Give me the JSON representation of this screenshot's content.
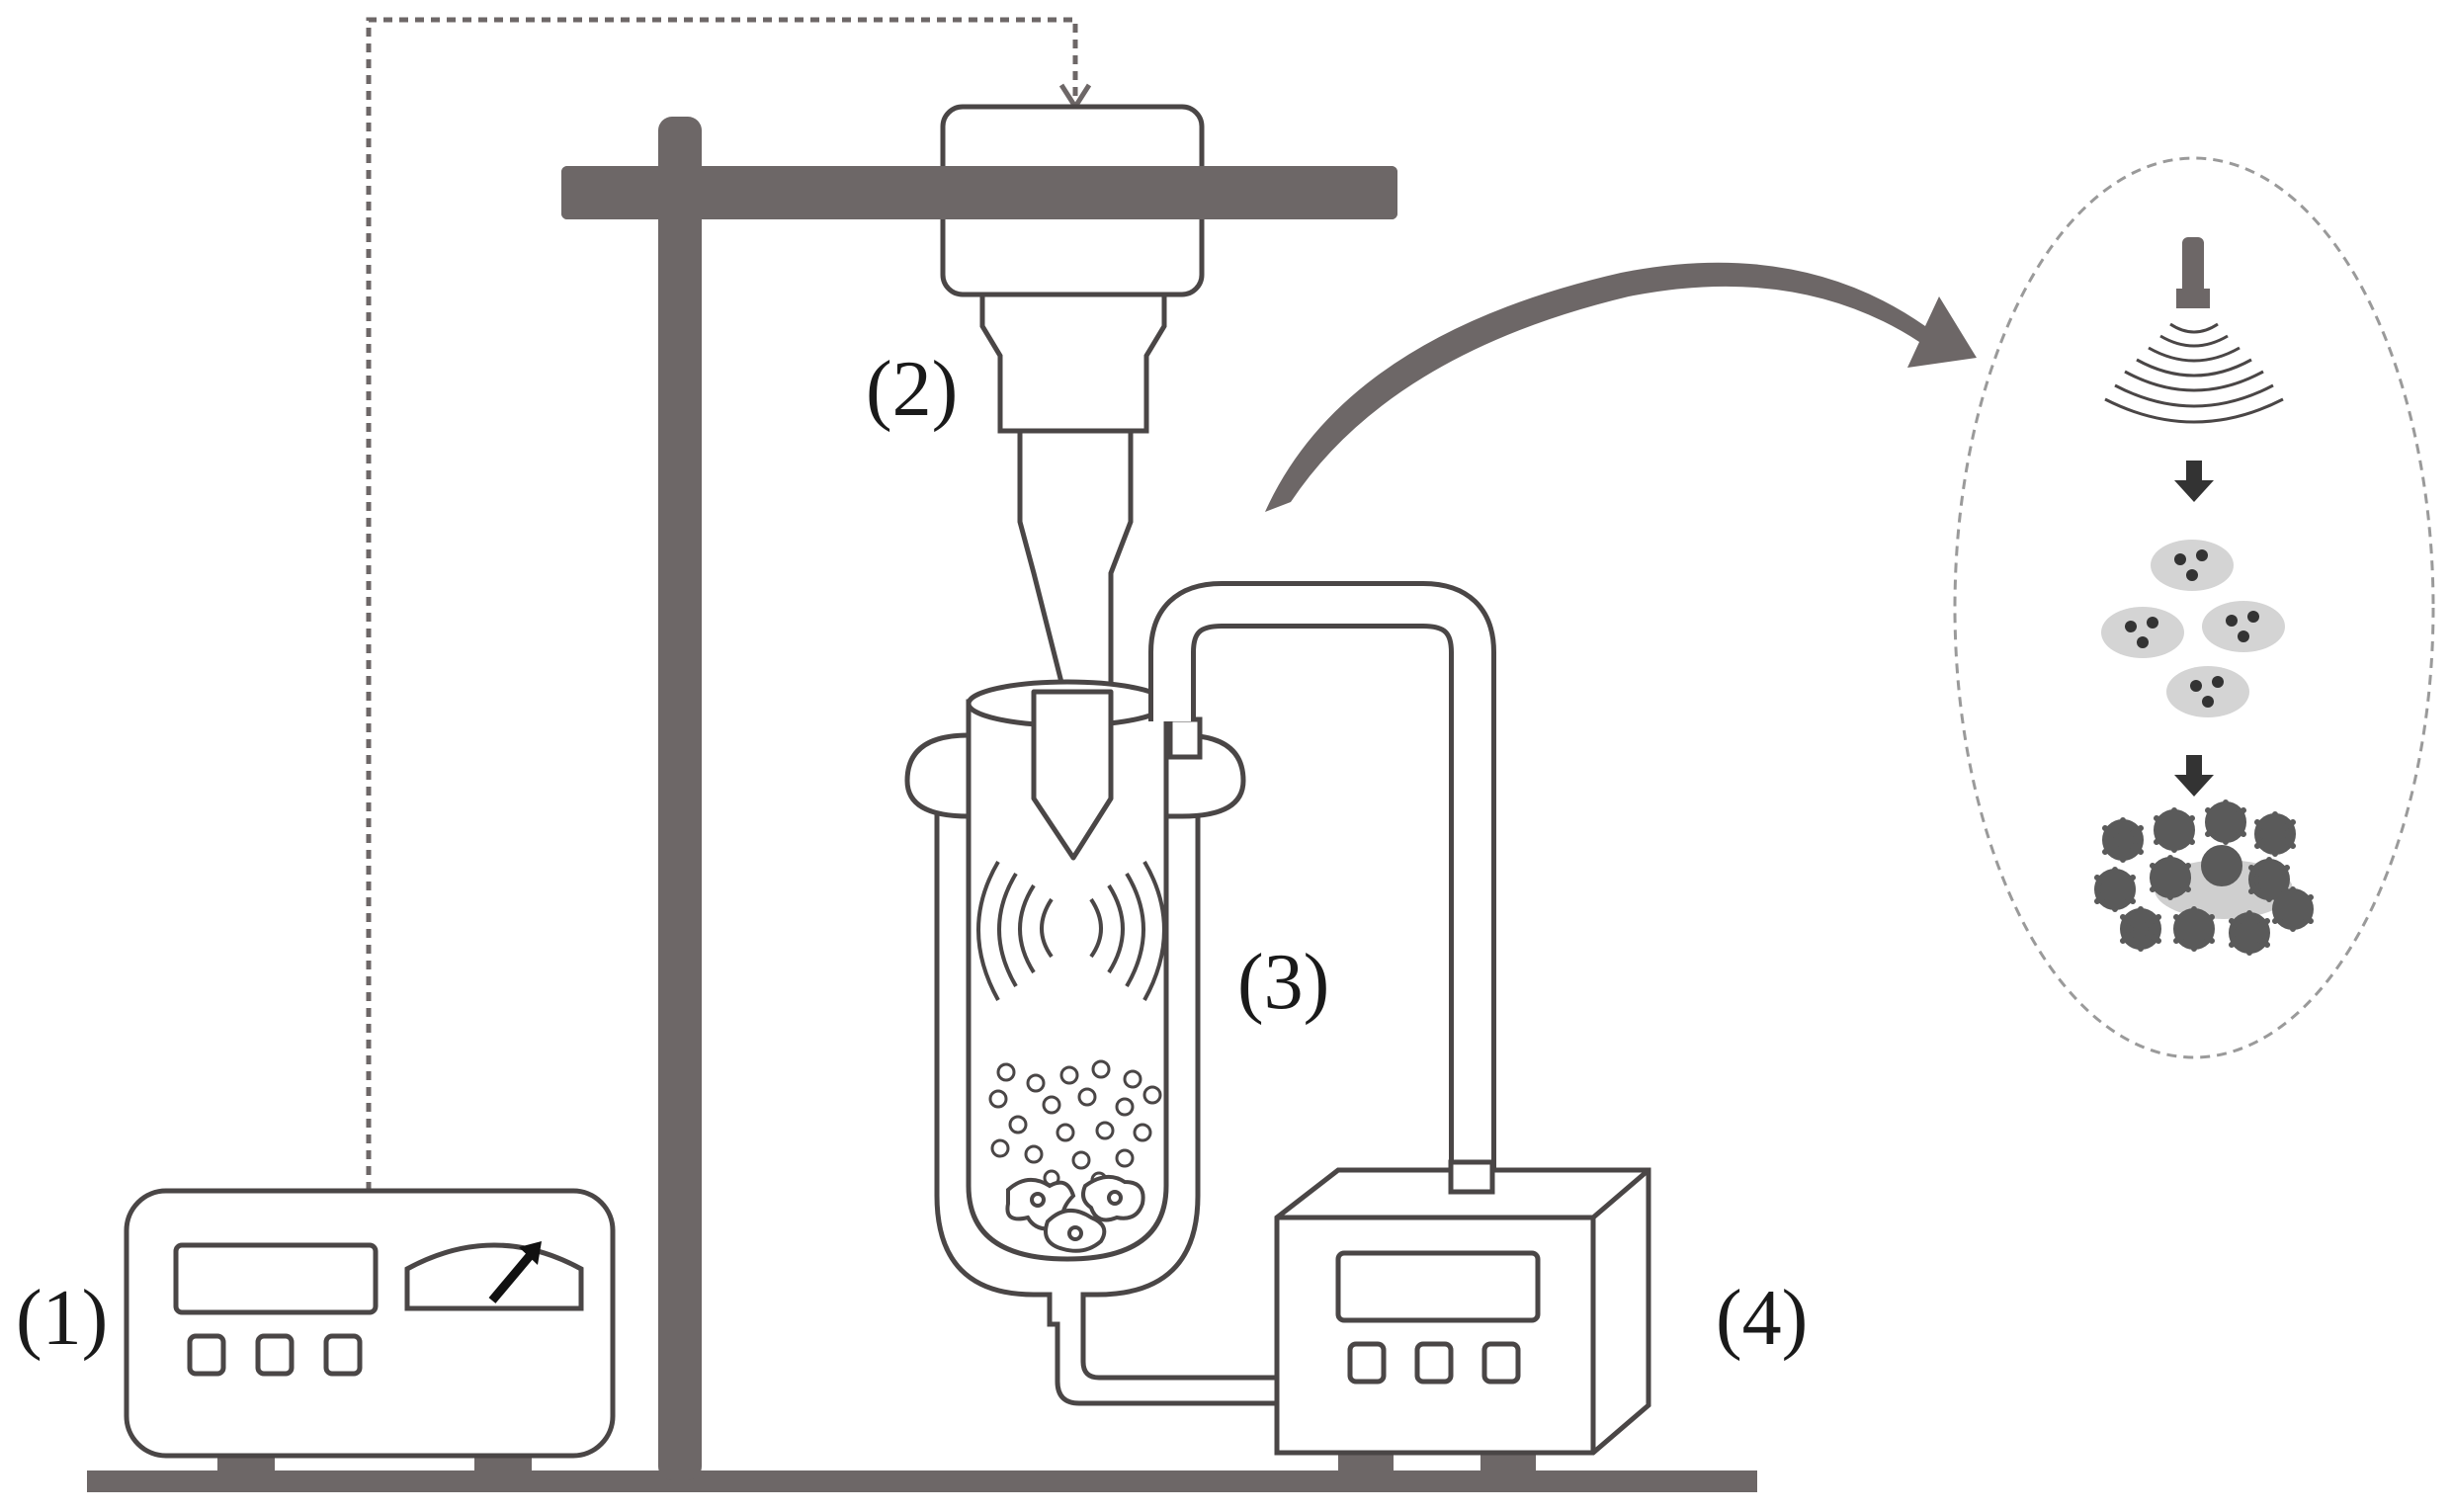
{
  "labels": {
    "generator": "(1)",
    "transducer": "(2)",
    "vessel": "(3)",
    "chiller": "(4)"
  },
  "colors": {
    "stand": "#6d6767",
    "outline": "#4a4646",
    "ellipse_dash": "#9a9a9a",
    "particle_fill": "#d4d4d4",
    "cluster_fill": "#5a5a5a"
  },
  "icons": {
    "needle": "arrow-needle-icon",
    "signal_link": "dotted-arrow-icon",
    "zoom": "curved-arrow-icon",
    "step": "down-arrow-icon"
  }
}
